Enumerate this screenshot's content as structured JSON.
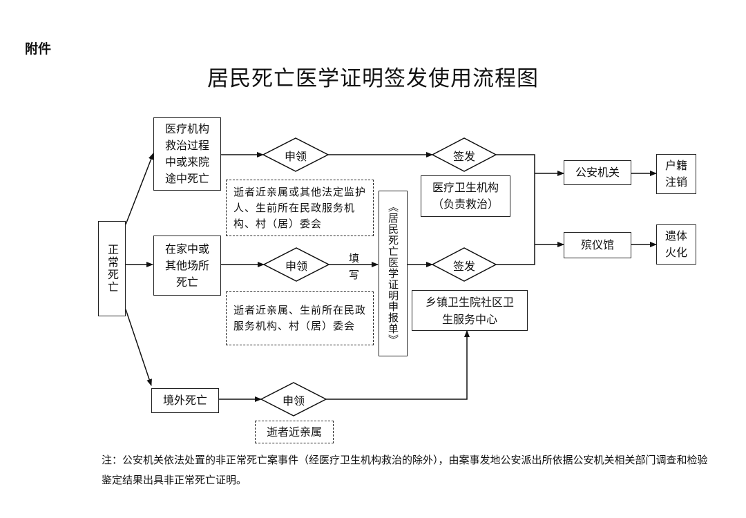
{
  "attachment_label": "附件",
  "title": "居民死亡医学证明签发使用流程图",
  "nodes": {
    "normal_death": "正常死亡",
    "hospital_death": "医疗机构救治过程中或来院途中死亡",
    "home_death": "在家中或其他场所死亡",
    "overseas_death": "境外死亡",
    "apply_1": "申领",
    "apply_2": "申领",
    "apply_3": "申领",
    "applicant_1": "逝者近亲属或其他法定监护人、生前所在民政服务机构、村（居）委会",
    "applicant_2": "逝者近亲属、生前所在民政服务机构、村（居）委会",
    "applicant_3": "逝者近亲属",
    "fill_in": "填写",
    "report_form": "《居民死亡医学证明申报单》",
    "issue_1": "签发",
    "issue_2": "签发",
    "medical_institution": "医疗卫生机构（负责救治）",
    "township_hospital": "乡镇卫生院社区卫生服务中心",
    "public_security": "公安机关",
    "funeral_home": "殡仪馆",
    "household_cancel": "户籍注销",
    "cremation": "遗体火化"
  },
  "note": "注：公安机关依法处置的非正常死亡案事件（经医疗卫生机构救治的除外），由案事发地公安派出所依据公安机关相关部门调查和检验鉴定结果出具非正常死亡证明。"
}
